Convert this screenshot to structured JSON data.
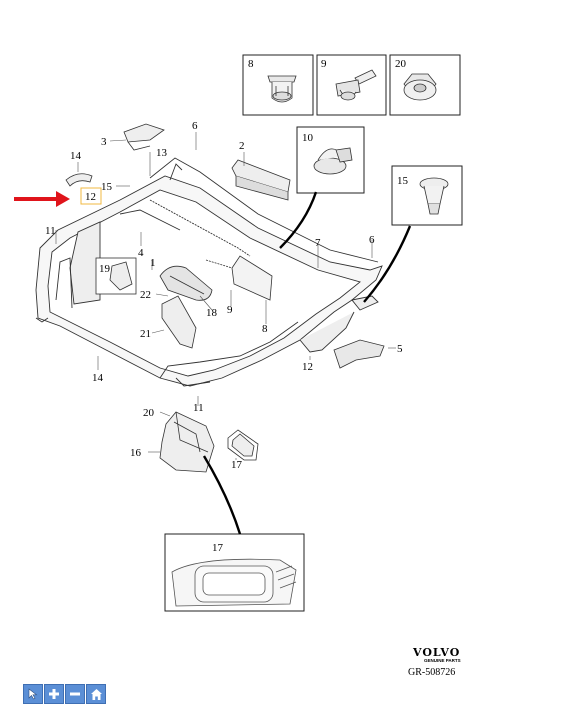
{
  "labels": {
    "l1": "1",
    "l2": "2",
    "l3": "3",
    "l4": "4",
    "l5": "5",
    "l6a": "6",
    "l6b": "6",
    "l7": "7",
    "l8": "8",
    "l9": "9",
    "l11a": "11",
    "l11b": "11",
    "l12a": "12",
    "l12b": "12",
    "l13": "13",
    "l14a": "14",
    "l14b": "14",
    "l15": "15",
    "l16": "16",
    "l17": "17",
    "l18": "18",
    "l19": "19",
    "l20": "20",
    "l21": "21",
    "l22": "22"
  },
  "insets": {
    "i8": "8",
    "i9": "9",
    "i20": "20",
    "i10": "10",
    "i15": "15",
    "i17": "17"
  },
  "brand": {
    "name": "VOLVO",
    "sub": "GENUINE PARTS"
  },
  "reference": "GR-508726",
  "colors": {
    "highlight_arrow": "#e0141b",
    "highlight_box": "#f0b840",
    "toolbar": "#5b8fd6"
  },
  "toolbar": {
    "pointer_icon": "cursor-icon",
    "zoom_in_icon": "plus-icon",
    "zoom_out_icon": "minus-icon",
    "home_icon": "home-icon"
  }
}
